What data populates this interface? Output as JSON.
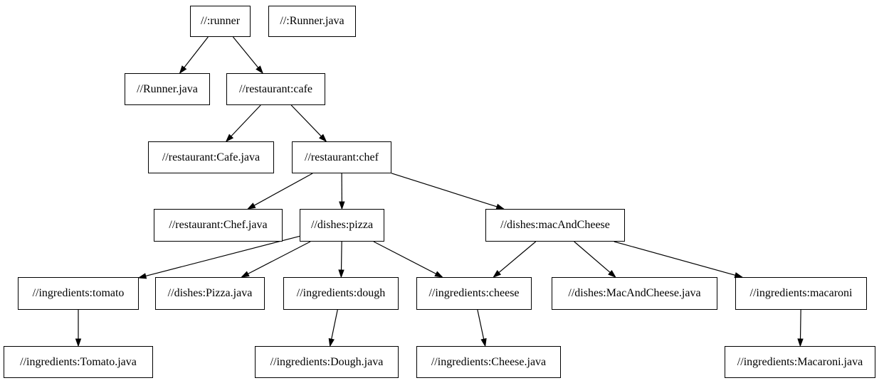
{
  "diagram": {
    "title": "build-target-dependency-graph",
    "background_color": "#ffffff",
    "node_fill_color": "#ffffff",
    "node_border_color": "#000000",
    "text_color": "#000000",
    "edge_color": "#000000",
    "nodes": [
      {
        "id": "runner",
        "label": "//:runner"
      },
      {
        "id": "runner-java-root",
        "label": "//:Runner.java"
      },
      {
        "id": "runner-java",
        "label": "//Runner.java"
      },
      {
        "id": "cafe",
        "label": "//restaurant:cafe"
      },
      {
        "id": "cafe-java",
        "label": "//restaurant:Cafe.java"
      },
      {
        "id": "chef",
        "label": "//restaurant:chef"
      },
      {
        "id": "chef-java",
        "label": "//restaurant:Chef.java"
      },
      {
        "id": "pizza",
        "label": "//dishes:pizza"
      },
      {
        "id": "mac-and-cheese",
        "label": "//dishes:macAndCheese"
      },
      {
        "id": "tomato",
        "label": "//ingredients:tomato"
      },
      {
        "id": "pizza-java",
        "label": "//dishes:Pizza.java"
      },
      {
        "id": "dough",
        "label": "//ingredients:dough"
      },
      {
        "id": "cheese",
        "label": "//ingredients:cheese"
      },
      {
        "id": "mac-and-cheese-java",
        "label": "//dishes:MacAndCheese.java"
      },
      {
        "id": "macaroni",
        "label": "//ingredients:macaroni"
      },
      {
        "id": "tomato-java",
        "label": "//ingredients:Tomato.java"
      },
      {
        "id": "dough-java",
        "label": "//ingredients:Dough.java"
      },
      {
        "id": "cheese-java",
        "label": "//ingredients:Cheese.java"
      },
      {
        "id": "macaroni-java",
        "label": "//ingredients:Macaroni.java"
      }
    ],
    "edges": [
      {
        "from": "runner",
        "to": "runner-java"
      },
      {
        "from": "runner",
        "to": "cafe"
      },
      {
        "from": "cafe",
        "to": "cafe-java"
      },
      {
        "from": "cafe",
        "to": "chef"
      },
      {
        "from": "chef",
        "to": "chef-java"
      },
      {
        "from": "chef",
        "to": "pizza"
      },
      {
        "from": "chef",
        "to": "mac-and-cheese"
      },
      {
        "from": "pizza",
        "to": "tomato"
      },
      {
        "from": "pizza",
        "to": "pizza-java"
      },
      {
        "from": "pizza",
        "to": "dough"
      },
      {
        "from": "pizza",
        "to": "cheese"
      },
      {
        "from": "mac-and-cheese",
        "to": "cheese"
      },
      {
        "from": "mac-and-cheese",
        "to": "mac-and-cheese-java"
      },
      {
        "from": "mac-and-cheese",
        "to": "macaroni"
      },
      {
        "from": "tomato",
        "to": "tomato-java"
      },
      {
        "from": "dough",
        "to": "dough-java"
      },
      {
        "from": "cheese",
        "to": "cheese-java"
      },
      {
        "from": "macaroni",
        "to": "macaroni-java"
      }
    ]
  }
}
